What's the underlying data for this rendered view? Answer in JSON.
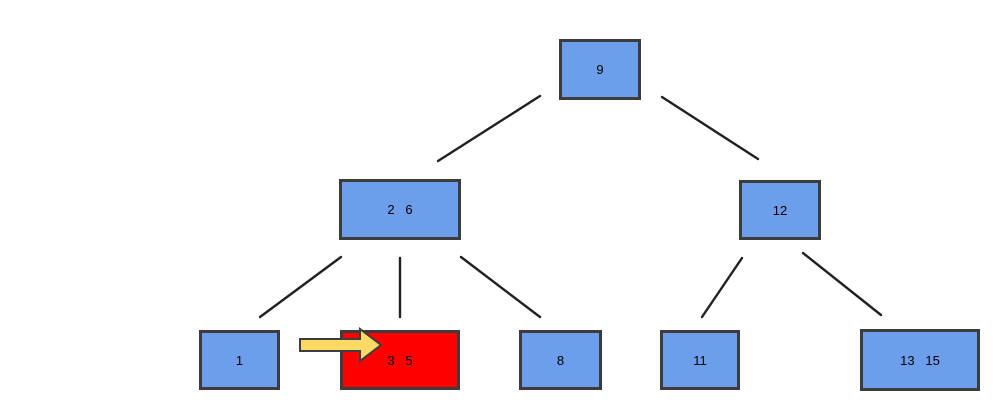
{
  "diagram": {
    "type": "2-3 search tree",
    "background": "#ffffff",
    "colors": {
      "node_fill": "#6d9eeb",
      "node_border": "#3c3c3c",
      "highlight_fill": "#ff0000",
      "edge": "#212121",
      "arrow_fill": "#ffd966",
      "arrow_border": "#3d3d3d",
      "text": "#000000"
    },
    "nodes": [
      {
        "label": "9",
        "highlighted": false
      },
      {
        "label": "2   6",
        "highlighted": false
      },
      {
        "label": "12",
        "highlighted": false
      },
      {
        "label": "1",
        "highlighted": false
      },
      {
        "label": "3   5",
        "highlighted": true
      },
      {
        "label": "8",
        "highlighted": false
      },
      {
        "label": "11",
        "highlighted": false
      },
      {
        "label": "13   15",
        "highlighted": false
      }
    ],
    "edges": [
      {
        "from": "9",
        "to": "2 6"
      },
      {
        "from": "9",
        "to": "12"
      },
      {
        "from": "2 6",
        "to": "1"
      },
      {
        "from": "2 6",
        "to": "3 5"
      },
      {
        "from": "2 6",
        "to": "8"
      },
      {
        "from": "12",
        "to": "11"
      },
      {
        "from": "12",
        "to": "13 15"
      }
    ],
    "annotation": {
      "shape": "right-arrow",
      "points_to": "3 5"
    }
  }
}
